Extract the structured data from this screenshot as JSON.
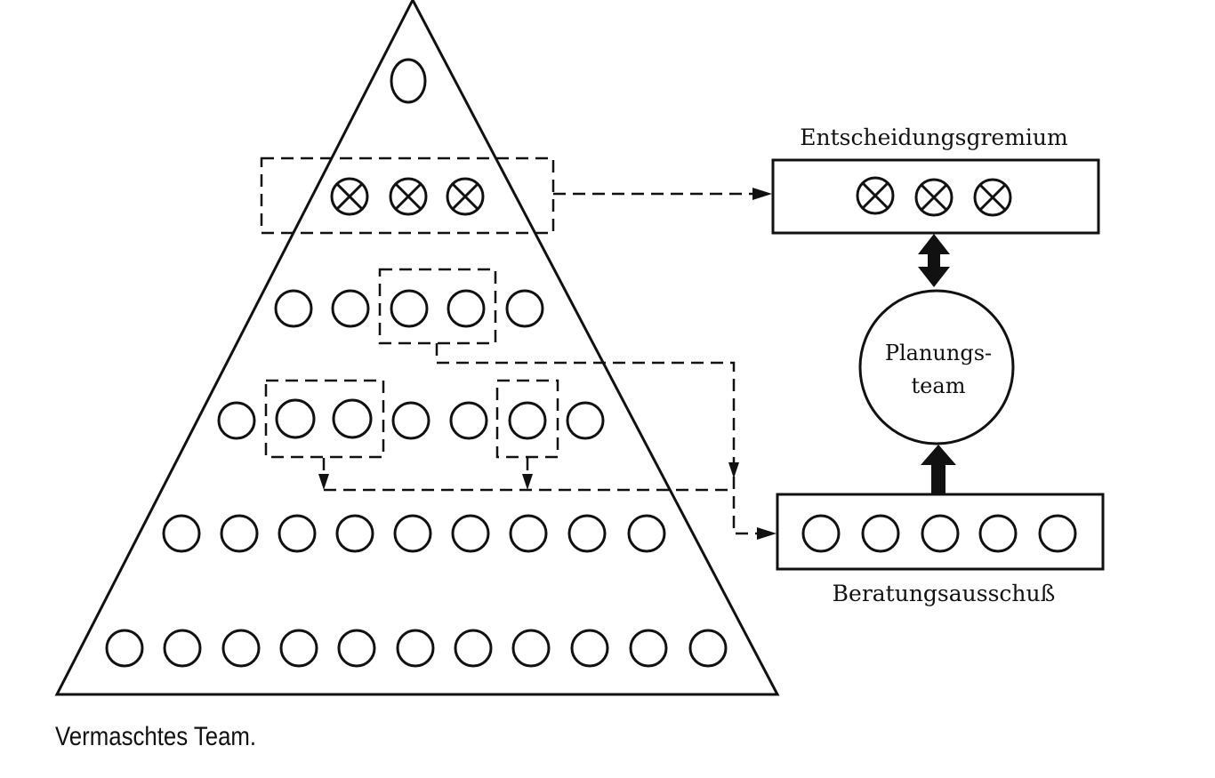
{
  "labels": {
    "decision_board": "Entscheidungsgremium",
    "planning_team_line1": "Planungs-",
    "planning_team_line2": "team",
    "advisory_committee": "Beratungsausschuß",
    "caption": "Vermaschtes Team."
  },
  "pyramid": {
    "levels": [
      {
        "level": 1,
        "members": 1,
        "delegated_to": "none"
      },
      {
        "level": 2,
        "members": 3,
        "delegated_to": "Entscheidungsgremium"
      },
      {
        "level": 3,
        "members": 5,
        "delegated_to": "Beratungsausschuß",
        "delegated_count": 2
      },
      {
        "level": 4,
        "members": 7,
        "delegated_to": "Beratungsausschuß",
        "delegated_count": 3
      },
      {
        "level": 5,
        "members": 9,
        "delegated_to": "none"
      },
      {
        "level": 6,
        "members": 11,
        "delegated_to": "none"
      }
    ]
  },
  "decision_board_members": 3,
  "advisory_committee_members": 5
}
